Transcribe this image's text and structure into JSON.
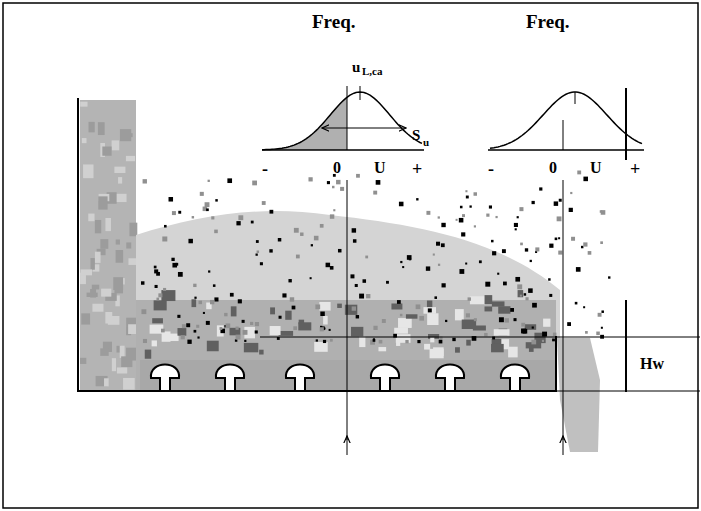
{
  "diagram": {
    "labels": [
      "Freq.",
      "u",
      "L,ca",
      "S",
      "u",
      "-",
      "0",
      "U",
      "+",
      "Freq.",
      "-",
      "0",
      "U",
      "+",
      "Hw"
    ]
  }
}
